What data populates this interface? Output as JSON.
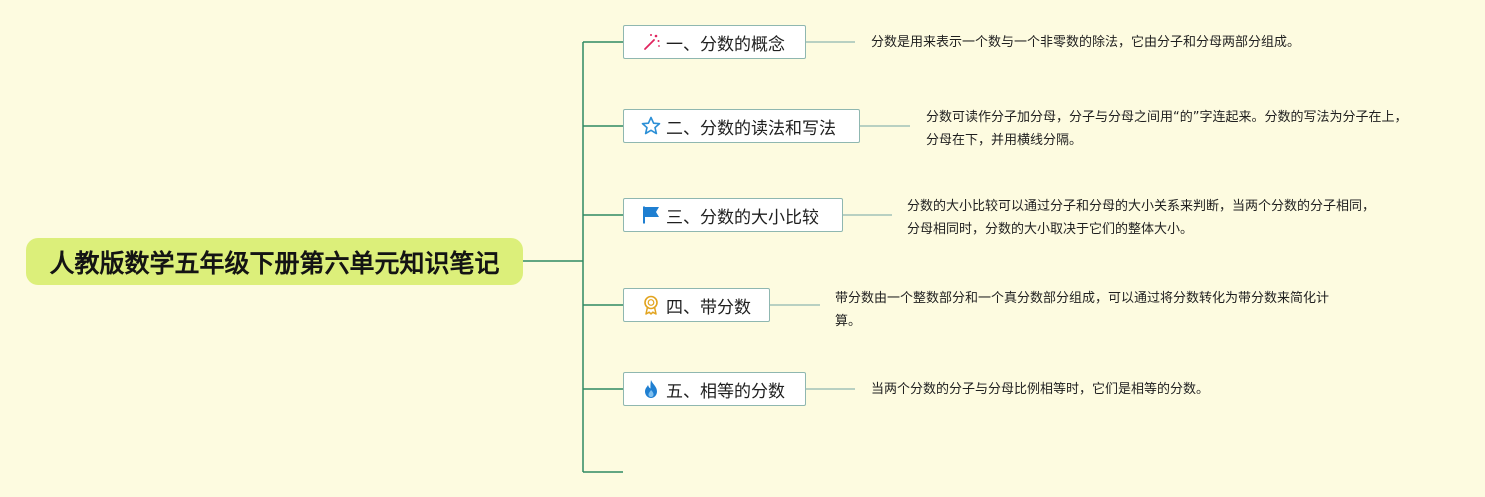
{
  "root": {
    "title": "人教版数学五年级下册第六单元知识笔记"
  },
  "branches": [
    {
      "icon": "sparkle-wand-icon",
      "title": "一、分数的概念",
      "note": "分数是用来表示一个数与一个非零数的除法，它由分子和分母两部分组成。"
    },
    {
      "icon": "star-outline-icon",
      "title": "二、分数的读法和写法",
      "note": "分数可读作分子加分母，分子与分母之间用“的”字连起来。分数的写法为分子在上，分母在下，并用横线分隔。"
    },
    {
      "icon": "flag-icon",
      "title": "三、分数的大小比较",
      "note": "分数的大小比较可以通过分子和分母的大小关系来判断，当两个分数的分子相同，分母相同时，分数的大小取决于它们的整体大小。"
    },
    {
      "icon": "medal-icon",
      "title": "四、带分数",
      "note": "带分数由一个整数部分和一个真分数部分组成，可以通过将分数转化为带分数来简化计算。"
    },
    {
      "icon": "flame-icon",
      "title": "五、相等的分数",
      "note": "当两个分数的分子与分母比例相等时，它们是相等的分数。"
    }
  ],
  "colors": {
    "background": "#fdfbe0",
    "root_fill": "#dcef7a",
    "connector": "#2f8a63",
    "branch_border": "#8fb7b0"
  }
}
